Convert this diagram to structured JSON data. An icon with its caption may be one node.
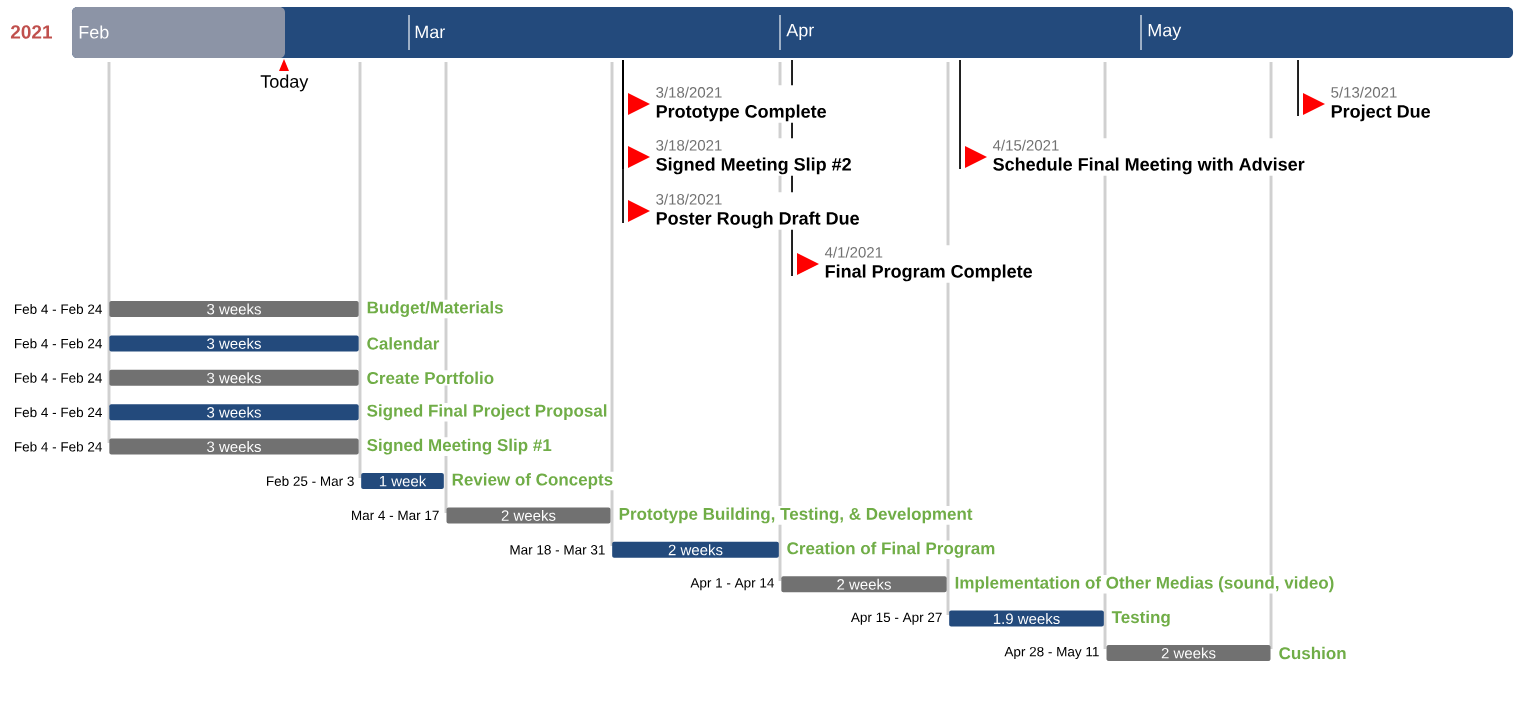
{
  "diagram": {
    "nodes": [
      {
        "text": [
          "3/18/2021",
          "Prototype Complete"
        ]
      },
      {
        "text": [
          "5/13/2021",
          "Project Due"
        ]
      },
      {
        "text": [
          "3/18/2021",
          "Signed Meeting Slip #2"
        ]
      },
      {
        "text": [
          "4/15/2021",
          "Schedule Final Meeting with Adviser"
        ]
      },
      {
        "text": [
          "3/18/2021",
          "Poster Rough Draft Due"
        ]
      },
      {
        "text": [
          "4/1/2021",
          "Final Program Complete"
        ]
      },
      {
        "text": [
          "3 weeks"
        ],
        "beside": [
          "Feb 4 - Feb 24",
          "Budget/Materials"
        ]
      },
      {
        "text": [
          "3 weeks"
        ],
        "beside": [
          "Feb 4 - Feb 24",
          "Calendar"
        ]
      },
      {
        "text": [
          "3 weeks"
        ],
        "beside": [
          "Feb 4 - Feb 24",
          "Create Portfolio"
        ]
      },
      {
        "text": [
          "3 weeks"
        ],
        "beside": [
          "Feb 4 - Feb 24",
          "Signed Final Project Proposal"
        ]
      },
      {
        "text": [
          "3 weeks"
        ],
        "beside": [
          "Feb 4 - Feb 24",
          "Signed Meeting Slip #1"
        ]
      },
      {
        "text": [
          "1 week"
        ],
        "beside": [
          "Feb 25 - Mar 3",
          "Review of Concepts"
        ]
      },
      {
        "text": [
          "2 weeks"
        ],
        "beside": [
          "Mar 4 - Mar 17",
          "Prototype Building, Testing, & Development"
        ]
      },
      {
        "text": [
          "2 weeks"
        ],
        "beside": [
          "Mar 18 - Mar 31",
          "Creation of Final Program"
        ]
      },
      {
        "text": [
          "2 weeks"
        ],
        "beside": [
          "Apr 1 - Apr 14",
          "Implementation of Other Medias (sound, video)"
        ]
      },
      {
        "text": [
          "1.9 weeks"
        ],
        "beside": [
          "Apr 15 - Apr 27",
          "Testing"
        ]
      },
      {
        "text": [
          "2 weeks"
        ],
        "beside": [
          "Apr 28 - May 11",
          "Cushion"
        ]
      }
    ],
    "labels": [
      "2021",
      "Feb",
      "Mar",
      "Apr",
      "May",
      "Today"
    ]
  }
}
